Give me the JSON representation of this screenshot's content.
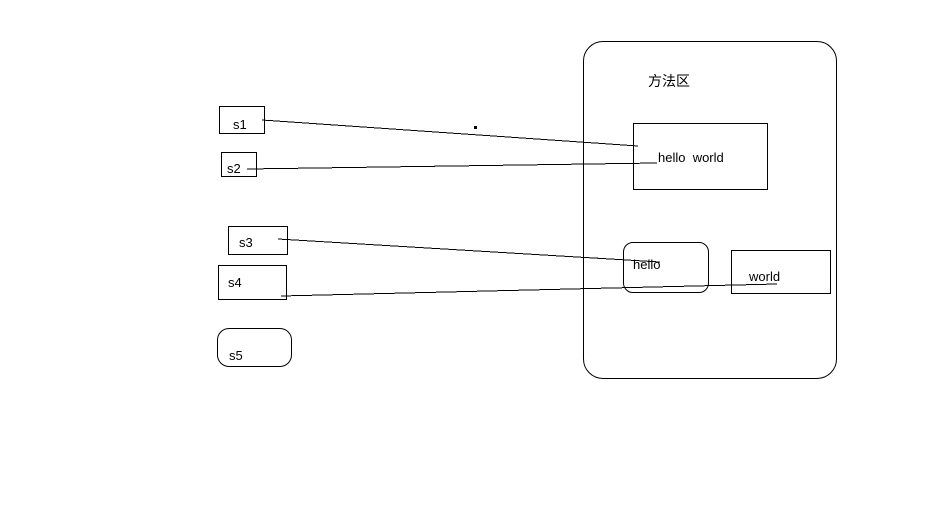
{
  "colors": {
    "background": "#ffffff",
    "stroke": "#000000",
    "text": "#000000"
  },
  "stack_refs": [
    {
      "label": "s1",
      "shape": "rect"
    },
    {
      "label": "s2",
      "shape": "rect"
    },
    {
      "label": "s3",
      "shape": "rect"
    },
    {
      "label": "s4",
      "shape": "rect"
    },
    {
      "label": "s5",
      "shape": "rounded-rect"
    }
  ],
  "method_area": {
    "title": "方法区",
    "objects": [
      {
        "label": "hello  world",
        "shape": "rect"
      },
      {
        "label": "hello",
        "shape": "rounded-rect"
      },
      {
        "label": "world",
        "shape": "rect"
      }
    ]
  },
  "connectors": [
    {
      "from": "s1",
      "to": "hello-world-object"
    },
    {
      "from": "s2",
      "to": "hello-world-object"
    },
    {
      "from": "s3",
      "to": "hello-object"
    },
    {
      "from": "s4",
      "to": "world-object"
    }
  ],
  "annotations": {
    "dot_mark": "."
  }
}
